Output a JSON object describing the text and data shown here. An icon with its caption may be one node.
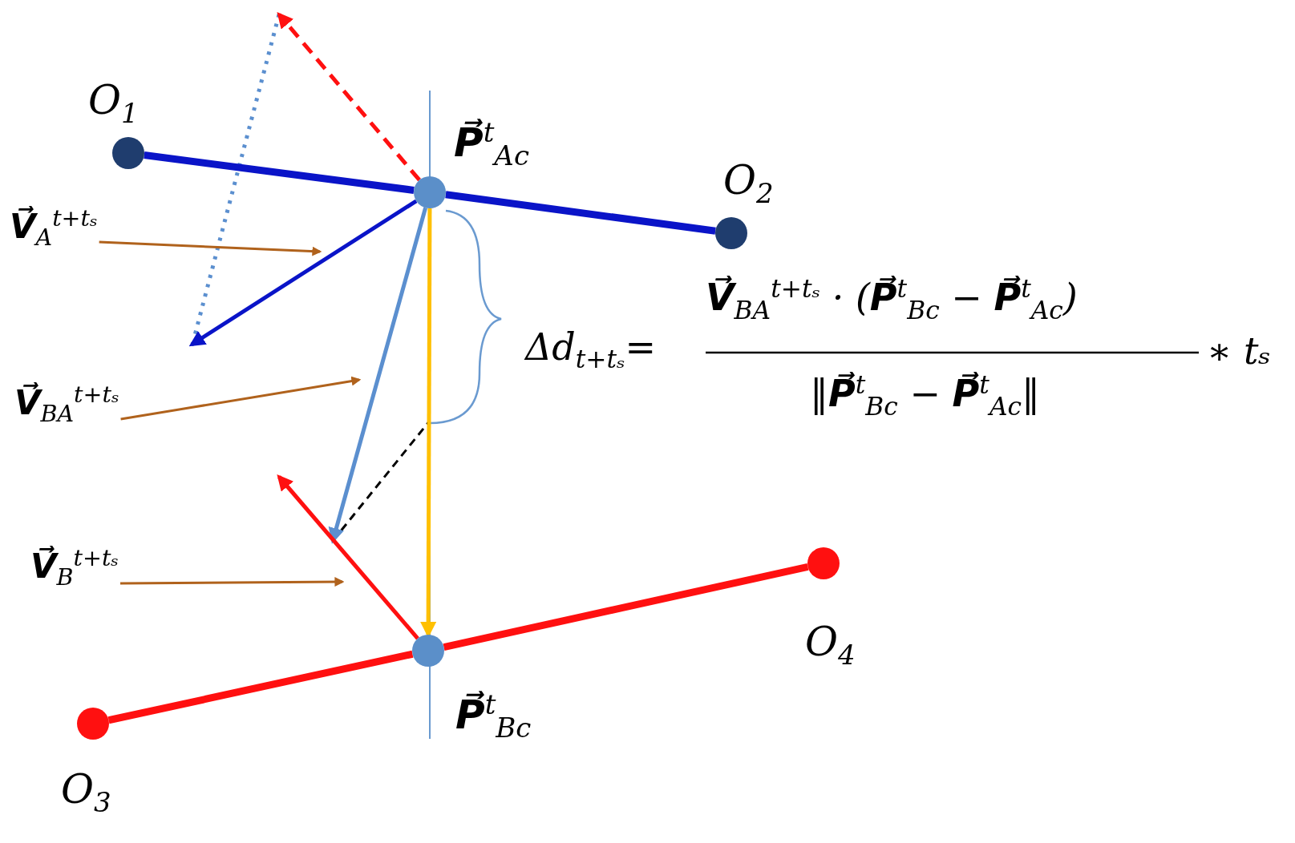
{
  "diagram": {
    "nodes": [
      {
        "text": [],
        "shape": "circle",
        "beside": [
          "O$_{1}$"
        ]
      },
      {
        "text": [],
        "shape": "circle",
        "beside": [
          "**P⃗**$^{t}$$_{Ac}$"
        ]
      },
      {
        "text": [],
        "shape": "circle",
        "beside": [
          "O$_{2}$"
        ]
      },
      {
        "text": [],
        "shape": "circle",
        "beside": [
          "O$_{3}$"
        ]
      },
      {
        "text": [],
        "shape": "circle",
        "beside": [
          "**P⃗**$^{t}$$_{Bc}$"
        ]
      },
      {
        "text": [],
        "shape": "circle",
        "beside": [
          "O$_{4}$"
        ]
      },
      {
        "text": [
          "**V⃗**$_{A}$$^{t+tₛ}$"
        ]
      },
      {
        "text": [
          "**V⃗**$_{BA}$$^{t+tₛ}$"
        ]
      },
      {
        "text": [
          "**V⃗**$_{B}$$^{t+tₛ}$"
        ]
      }
    ],
    "edges": [
      {
        "from": 0,
        "to": 1,
        "arrow": "none",
        "style": "thick",
        "color": "#0a14c8"
      },
      {
        "from": 1,
        "to": 2,
        "arrow": "none",
        "style": "thick",
        "color": "#0a14c8"
      },
      {
        "from": 3,
        "to": 4,
        "arrow": "none",
        "style": "thick",
        "color": "#ff1010"
      },
      {
        "from": 4,
        "to": 5,
        "arrow": "none",
        "style": "thick",
        "color": "#ff1010"
      },
      {
        "from": 1,
        "to": null,
        "arrow": "to",
        "color": "#0a14c8"
      },
      {
        "from": 1,
        "to": null,
        "arrow": "to",
        "color": "#5b8fcf"
      },
      {
        "from": 1,
        "to": 4,
        "arrow": "to",
        "color": "#ffc000"
      },
      {
        "from": 4,
        "to": null,
        "arrow": "to",
        "color": "#ff1010"
      },
      {
        "from": 1,
        "to": null,
        "arrow": "to",
        "style": "dashed",
        "color": "#ff1010"
      },
      {
        "from": 6,
        "to": null,
        "arrow": "to",
        "color": "#b0621c"
      },
      {
        "from": 7,
        "to": null,
        "arrow": "to",
        "color": "#b0621c"
      },
      {
        "from": 8,
        "to": null,
        "arrow": "to",
        "color": "#b0621c"
      }
    ],
    "labels": [
      "Δd$_{t+tₛ}$=",
      "**V⃗**$_{BA}$$^{t+tₛ}$ · (**P⃗**$^{t}$$_{Bc}$ − **P⃗**$^{t}$$_{Ac}$)",
      "‖**P⃗**$^{t}$$_{Bc}$ − **P⃗**$^{t}$$_{Ac}$‖",
      "∗ tₛ"
    ]
  }
}
